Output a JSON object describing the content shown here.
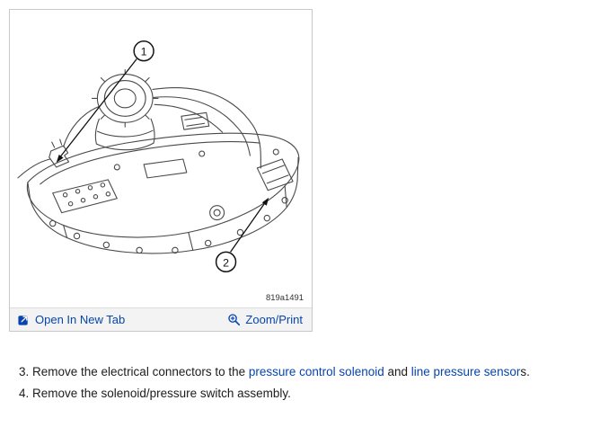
{
  "figure": {
    "code": "819a1491",
    "callouts": [
      {
        "label": "1"
      },
      {
        "label": "2"
      }
    ],
    "toolbar": {
      "open_label": "Open In New Tab",
      "zoom_label": "Zoom/Print"
    }
  },
  "instructions": {
    "step3": {
      "prefix": "3. Remove the electrical connectors to the ",
      "link1": "pressure control solenoid",
      "middle": " and ",
      "link2": "line pressure sensor",
      "suffix": "s."
    },
    "step4": "4. Remove the solenoid/pressure switch assembly."
  },
  "colors": {
    "link_blue": "#0645ad",
    "line_art": "#4a4a4a",
    "callout": "#111111",
    "toolbar_bg": "#f3f3f3",
    "panel_border": "#c8c8c8"
  }
}
